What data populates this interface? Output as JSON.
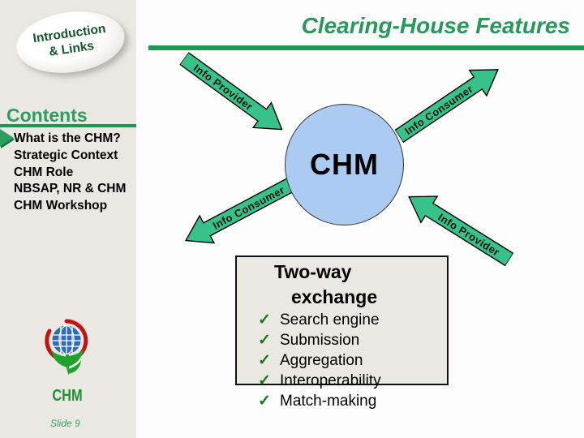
{
  "slide": {
    "nav_button": {
      "line1": "Introduction",
      "line2": "& Links"
    },
    "title": "Clearing-House Features",
    "contents": {
      "heading": "Contents",
      "items": [
        "What is the CHM?",
        "Strategic Context",
        "CHM Role",
        "NBSAP, NR & CHM",
        "CHM Workshop"
      ]
    },
    "diagram": {
      "hub_label": "CHM",
      "arrows": [
        {
          "position": "top-left",
          "label": "Info Provider",
          "direction": "into-hub"
        },
        {
          "position": "top-right",
          "label": "Info Consumer",
          "direction": "out-of-hub"
        },
        {
          "position": "bottom-left",
          "label": "Info Consumer",
          "direction": "out-of-hub"
        },
        {
          "position": "bottom-right",
          "label": "Info Provider",
          "direction": "into-hub"
        }
      ]
    },
    "exchange_box": {
      "title_line1": "Two-way",
      "title_line2": "exchange",
      "check_glyph": "✓",
      "items": [
        "Search engine",
        "Submission",
        "Aggregation",
        "Interoperability",
        "Match-making"
      ]
    },
    "logo_text": "CHM",
    "slide_number": "Slide 9"
  },
  "colors": {
    "accent_green": "#26995b",
    "rule_green": "#1a9a52",
    "arrow_green": "#36c289",
    "hub_blue": "#abcbf2",
    "check_green": "#187818",
    "nav_text_green": "#15562b",
    "logo_red": "#c41111",
    "logo_blue": "#2e6cb8",
    "logo_green": "#1fa32c",
    "sidebar_gray": "#eae8e2",
    "box_gray": "#e9e8e3"
  }
}
